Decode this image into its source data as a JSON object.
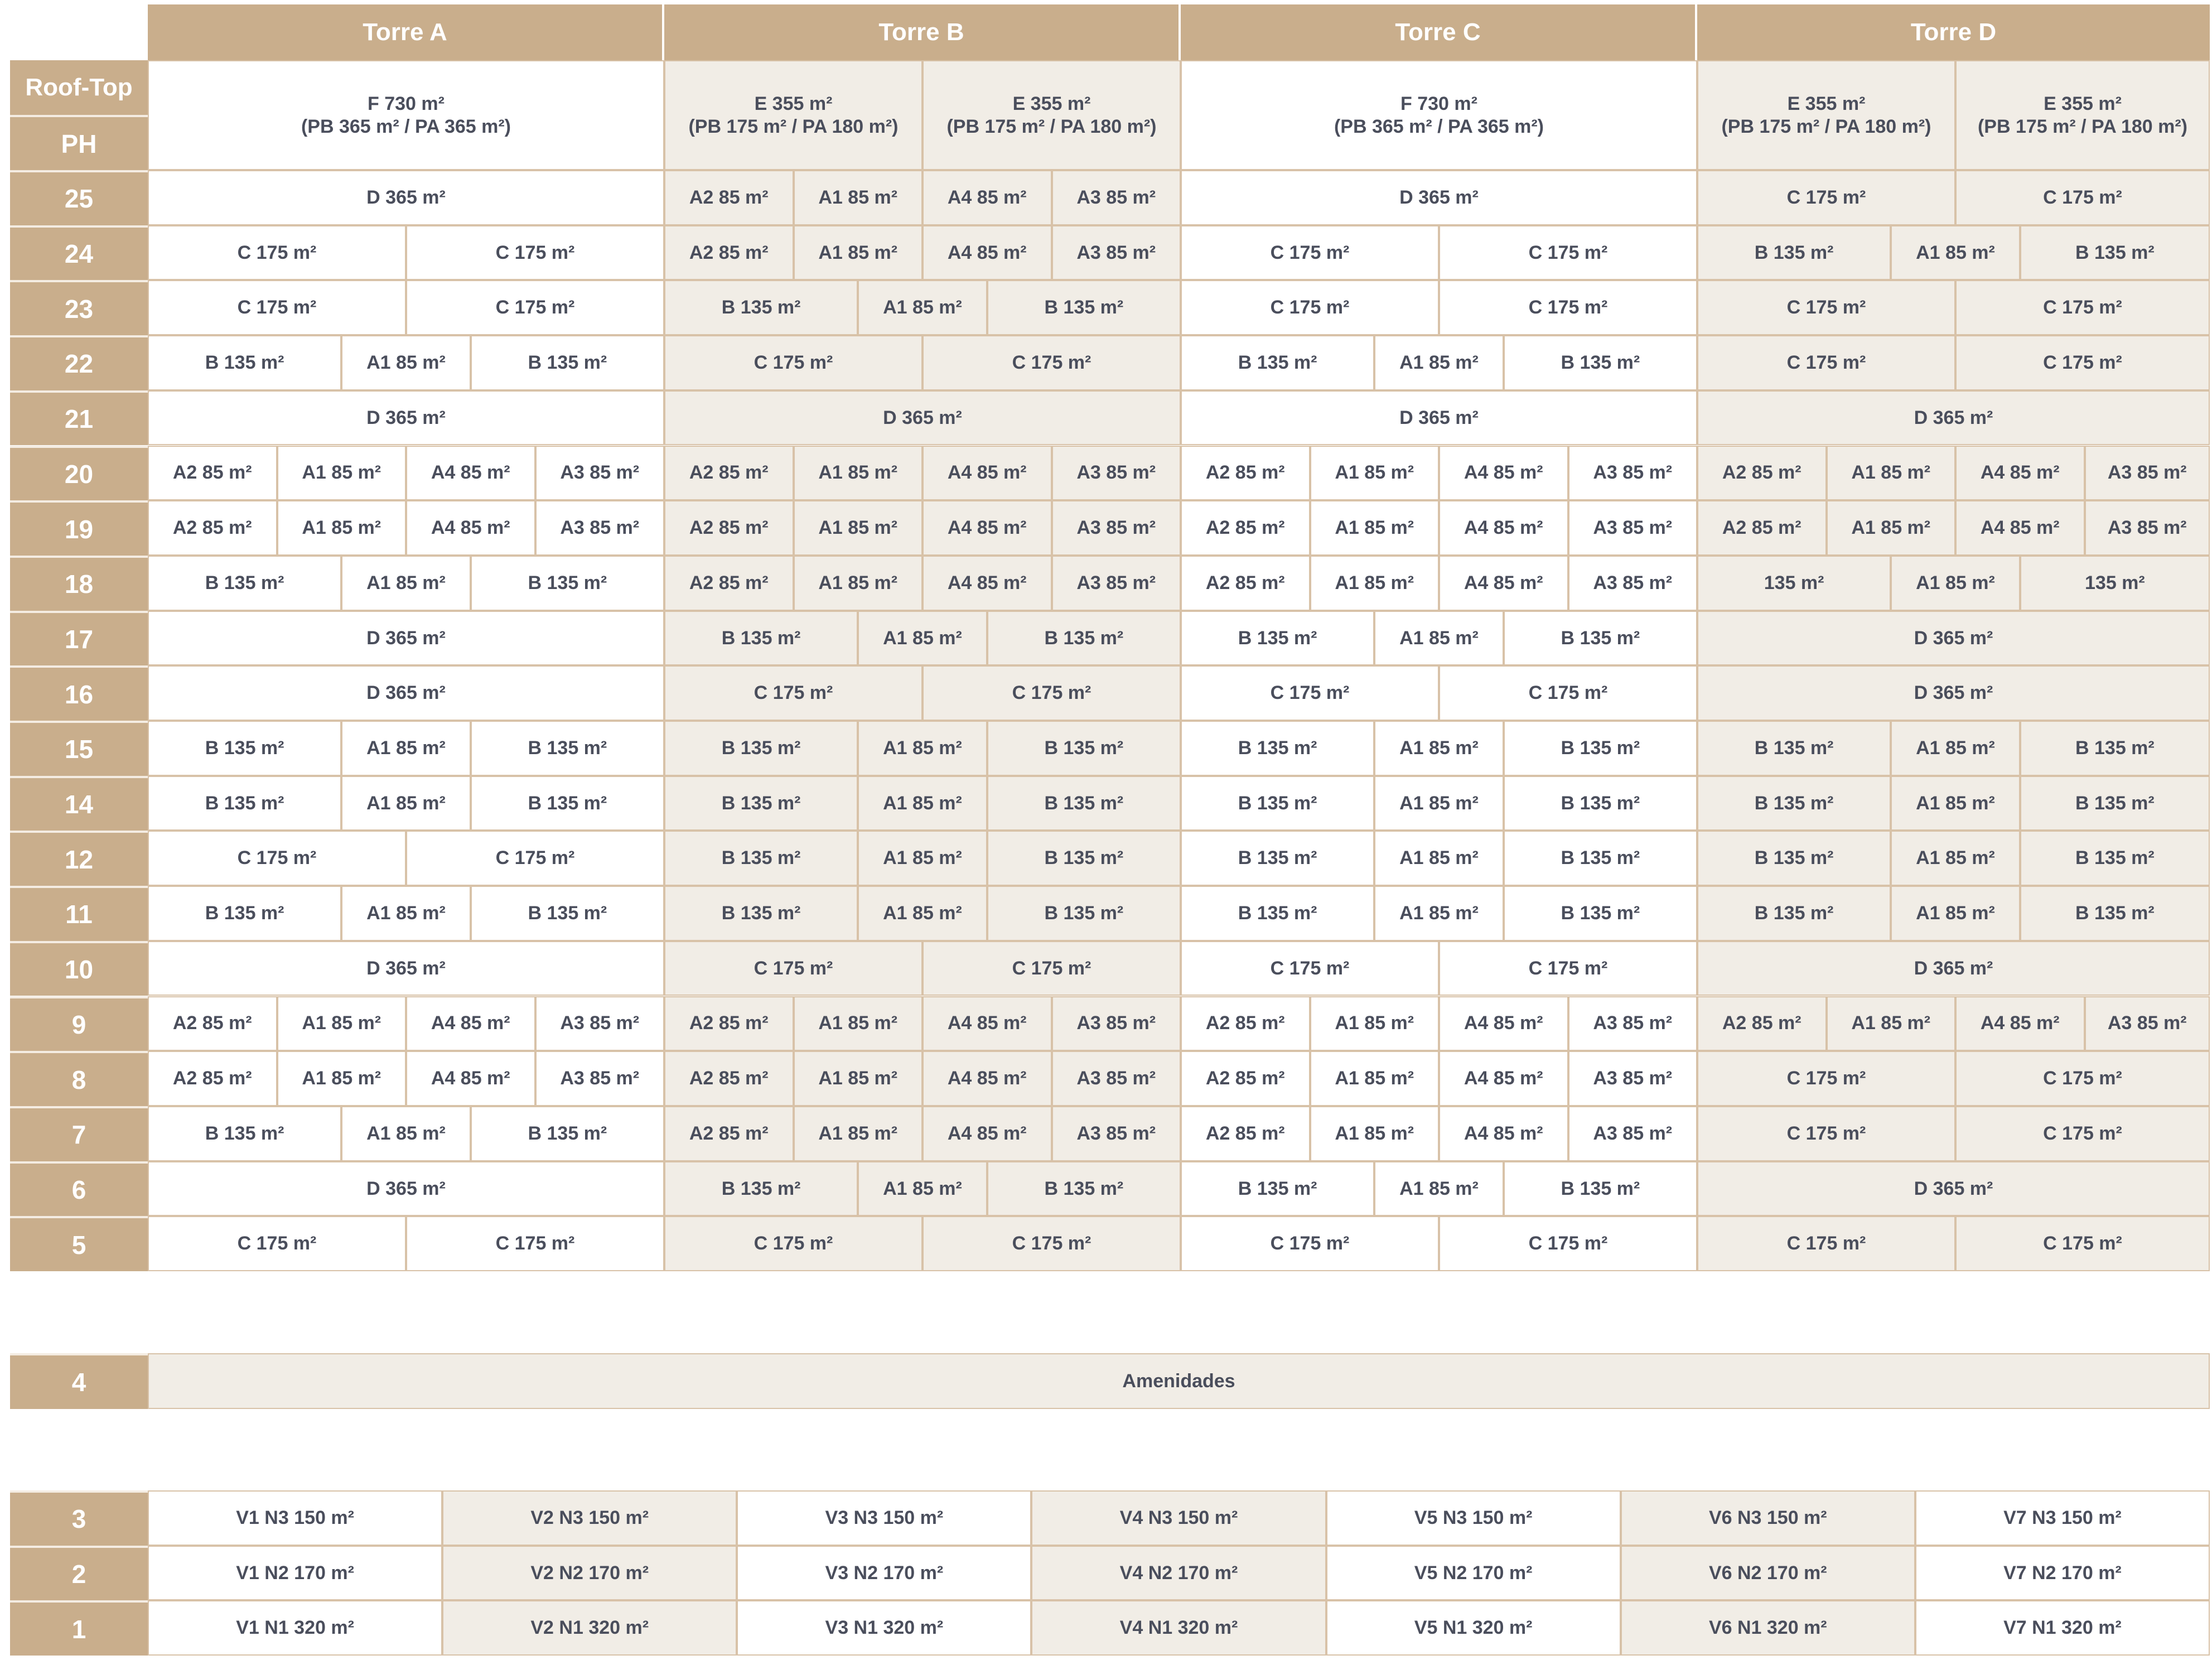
{
  "towers": [
    "Torre A",
    "Torre B",
    "Torre C",
    "Torre D"
  ],
  "top_labels": [
    "Roof-Top",
    "PH"
  ],
  "penthouse": {
    "A": [
      {
        "text": "F 730 m²\n(PB 365 m² / PA 365 m²)",
        "span": 4
      }
    ],
    "B": [
      {
        "text": "E 355 m²\n(PB 175 m² / PA 180 m²)",
        "span": 2
      },
      {
        "text": "E 355 m²\n(PB 175 m² / PA 180 m²)",
        "span": 2
      }
    ],
    "C": [
      {
        "text": "F 730 m²\n(PB 365 m² / PA 365 m²)",
        "span": 4
      }
    ],
    "D": [
      {
        "text": "E 355 m²\n(PB 175 m² / PA 180 m²)",
        "span": 2
      },
      {
        "text": "E 355 m²\n(PB 175 m² / PA 180 m²)",
        "span": 2
      }
    ]
  },
  "floors": [
    {
      "floor": "25",
      "A": [
        [
          "D 365 m²",
          4
        ]
      ],
      "B": [
        [
          "A2 85 m²",
          1
        ],
        [
          "A1 85 m²",
          1
        ],
        [
          "A4 85 m²",
          1
        ],
        [
          "A3 85 m²",
          1
        ]
      ],
      "C": [
        [
          "D 365 m²",
          4
        ]
      ],
      "D": [
        [
          "C 175 m²",
          2
        ],
        [
          "C 175 m²",
          2
        ]
      ]
    },
    {
      "floor": "24",
      "A": [
        [
          "C 175 m²",
          2
        ],
        [
          "C 175 m²",
          2
        ]
      ],
      "B": [
        [
          "A2 85 m²",
          1
        ],
        [
          "A1 85 m²",
          1
        ],
        [
          "A4 85 m²",
          1
        ],
        [
          "A3 85 m²",
          1
        ]
      ],
      "C": [
        [
          "C 175 m²",
          2
        ],
        [
          "C 175 m²",
          2
        ]
      ],
      "D": [
        [
          "B 135 m²",
          1.5
        ],
        [
          "A1 85 m²",
          1
        ],
        [
          "B 135 m²",
          1.5
        ]
      ]
    },
    {
      "floor": "23",
      "A": [
        [
          "C 175 m²",
          2
        ],
        [
          "C 175 m²",
          2
        ]
      ],
      "B": [
        [
          "B 135 m²",
          1.5
        ],
        [
          "A1 85 m²",
          1
        ],
        [
          "B 135 m²",
          1.5
        ]
      ],
      "C": [
        [
          "C 175 m²",
          2
        ],
        [
          "C 175 m²",
          2
        ]
      ],
      "D": [
        [
          "C 175 m²",
          2
        ],
        [
          "C 175 m²",
          2
        ]
      ]
    },
    {
      "floor": "22",
      "A": [
        [
          "B 135 m²",
          1.5
        ],
        [
          "A1 85 m²",
          1
        ],
        [
          "B 135 m²",
          1.5
        ]
      ],
      "B": [
        [
          "C 175 m²",
          2
        ],
        [
          "C 175 m²",
          2
        ]
      ],
      "C": [
        [
          "B 135 m²",
          1.5
        ],
        [
          "A1 85 m²",
          1
        ],
        [
          "B 135 m²",
          1.5
        ]
      ],
      "D": [
        [
          "C 175 m²",
          2
        ],
        [
          "C 175 m²",
          2
        ]
      ]
    },
    {
      "floor": "21",
      "A": [
        [
          "D 365 m²",
          4
        ]
      ],
      "B": [
        [
          "D 365 m²",
          4
        ]
      ],
      "C": [
        [
          "D 365 m²",
          4
        ]
      ],
      "D": [
        [
          "D 365 m²",
          4
        ]
      ]
    },
    {
      "floor": "20",
      "A": [
        [
          "A2 85 m²",
          1
        ],
        [
          "A1 85 m²",
          1
        ],
        [
          "A4 85 m²",
          1
        ],
        [
          "A3 85 m²",
          1
        ]
      ],
      "B": [
        [
          "A2 85 m²",
          1
        ],
        [
          "A1 85 m²",
          1
        ],
        [
          "A4 85 m²",
          1
        ],
        [
          "A3 85 m²",
          1
        ]
      ],
      "C": [
        [
          "A2 85 m²",
          1
        ],
        [
          "A1 85 m²",
          1
        ],
        [
          "A4 85 m²",
          1
        ],
        [
          "A3 85 m²",
          1
        ]
      ],
      "D": [
        [
          "A2 85 m²",
          1
        ],
        [
          "A1 85 m²",
          1
        ],
        [
          "A4 85 m²",
          1
        ],
        [
          "A3 85 m²",
          1
        ]
      ]
    },
    {
      "floor": "19",
      "A": [
        [
          "A2 85 m²",
          1
        ],
        [
          "A1 85 m²",
          1
        ],
        [
          "A4 85 m²",
          1
        ],
        [
          "A3 85 m²",
          1
        ]
      ],
      "B": [
        [
          "A2 85 m²",
          1
        ],
        [
          "A1 85 m²",
          1
        ],
        [
          "A4 85 m²",
          1
        ],
        [
          "A3 85 m²",
          1
        ]
      ],
      "C": [
        [
          "A2 85 m²",
          1
        ],
        [
          "A1 85 m²",
          1
        ],
        [
          "A4 85 m²",
          1
        ],
        [
          "A3 85 m²",
          1
        ]
      ],
      "D": [
        [
          "A2 85 m²",
          1
        ],
        [
          "A1 85 m²",
          1
        ],
        [
          "A4 85 m²",
          1
        ],
        [
          "A3 85 m²",
          1
        ]
      ]
    },
    {
      "floor": "18",
      "A": [
        [
          "B 135 m²",
          1.5
        ],
        [
          "A1 85 m²",
          1
        ],
        [
          "B 135 m²",
          1.5
        ]
      ],
      "B": [
        [
          "A2 85 m²",
          1
        ],
        [
          "A1 85 m²",
          1
        ],
        [
          "A4 85 m²",
          1
        ],
        [
          "A3 85 m²",
          1
        ]
      ],
      "C": [
        [
          "A2 85 m²",
          1
        ],
        [
          "A1 85 m²",
          1
        ],
        [
          "A4 85 m²",
          1
        ],
        [
          "A3 85 m²",
          1
        ]
      ],
      "D": [
        [
          "135 m²",
          1.5
        ],
        [
          "A1 85 m²",
          1
        ],
        [
          "135 m²",
          1.5
        ]
      ]
    },
    {
      "floor": "17",
      "A": [
        [
          "D 365 m²",
          4
        ]
      ],
      "B": [
        [
          "B 135 m²",
          1.5
        ],
        [
          "A1 85 m²",
          1
        ],
        [
          "B 135 m²",
          1.5
        ]
      ],
      "C": [
        [
          "B 135 m²",
          1.5
        ],
        [
          "A1 85 m²",
          1
        ],
        [
          "B 135 m²",
          1.5
        ]
      ],
      "D": [
        [
          "D 365 m²",
          4
        ]
      ]
    },
    {
      "floor": "16",
      "A": [
        [
          "D 365 m²",
          4
        ]
      ],
      "B": [
        [
          "C 175 m²",
          2
        ],
        [
          "C 175 m²",
          2
        ]
      ],
      "C": [
        [
          "C 175 m²",
          2
        ],
        [
          "C 175 m²",
          2
        ]
      ],
      "D": [
        [
          "D 365 m²",
          4
        ]
      ]
    },
    {
      "floor": "15",
      "A": [
        [
          "B 135 m²",
          1.5
        ],
        [
          "A1 85 m²",
          1
        ],
        [
          "B 135 m²",
          1.5
        ]
      ],
      "B": [
        [
          "B 135 m²",
          1.5
        ],
        [
          "A1 85 m²",
          1
        ],
        [
          "B 135 m²",
          1.5
        ]
      ],
      "C": [
        [
          "B 135 m²",
          1.5
        ],
        [
          "A1 85 m²",
          1
        ],
        [
          "B 135 m²",
          1.5
        ]
      ],
      "D": [
        [
          "B 135 m²",
          1.5
        ],
        [
          "A1 85 m²",
          1
        ],
        [
          "B 135 m²",
          1.5
        ]
      ]
    },
    {
      "floor": "14",
      "A": [
        [
          "B 135 m²",
          1.5
        ],
        [
          "A1 85 m²",
          1
        ],
        [
          "B 135 m²",
          1.5
        ]
      ],
      "B": [
        [
          "B 135 m²",
          1.5
        ],
        [
          "A1 85 m²",
          1
        ],
        [
          "B 135 m²",
          1.5
        ]
      ],
      "C": [
        [
          "B 135 m²",
          1.5
        ],
        [
          "A1 85 m²",
          1
        ],
        [
          "B 135 m²",
          1.5
        ]
      ],
      "D": [
        [
          "B 135 m²",
          1.5
        ],
        [
          "A1 85 m²",
          1
        ],
        [
          "B 135 m²",
          1.5
        ]
      ]
    },
    {
      "floor": "12",
      "A": [
        [
          "C 175 m²",
          2
        ],
        [
          "C 175 m²",
          2
        ]
      ],
      "B": [
        [
          "B 135 m²",
          1.5
        ],
        [
          "A1 85 m²",
          1
        ],
        [
          "B 135 m²",
          1.5
        ]
      ],
      "C": [
        [
          "B 135 m²",
          1.5
        ],
        [
          "A1 85 m²",
          1
        ],
        [
          "B 135 m²",
          1.5
        ]
      ],
      "D": [
        [
          "B 135 m²",
          1.5
        ],
        [
          "A1 85 m²",
          1
        ],
        [
          "B 135 m²",
          1.5
        ]
      ]
    },
    {
      "floor": "11",
      "A": [
        [
          "B 135 m²",
          1.5
        ],
        [
          "A1 85 m²",
          1
        ],
        [
          "B 135 m²",
          1.5
        ]
      ],
      "B": [
        [
          "B 135 m²",
          1.5
        ],
        [
          "A1 85 m²",
          1
        ],
        [
          "B 135 m²",
          1.5
        ]
      ],
      "C": [
        [
          "B 135 m²",
          1.5
        ],
        [
          "A1 85 m²",
          1
        ],
        [
          "B 135 m²",
          1.5
        ]
      ],
      "D": [
        [
          "B 135 m²",
          1.5
        ],
        [
          "A1 85 m²",
          1
        ],
        [
          "B 135 m²",
          1.5
        ]
      ]
    },
    {
      "floor": "10",
      "A": [
        [
          "D 365 m²",
          4
        ]
      ],
      "B": [
        [
          "C 175 m²",
          2
        ],
        [
          "C 175 m²",
          2
        ]
      ],
      "C": [
        [
          "C 175 m²",
          2
        ],
        [
          "C 175 m²",
          2
        ]
      ],
      "D": [
        [
          "D 365 m²",
          4
        ]
      ]
    },
    {
      "floor": "9",
      "A": [
        [
          "A2 85 m²",
          1
        ],
        [
          "A1 85 m²",
          1
        ],
        [
          "A4 85 m²",
          1
        ],
        [
          "A3 85 m²",
          1
        ]
      ],
      "B": [
        [
          "A2 85 m²",
          1
        ],
        [
          "A1 85 m²",
          1
        ],
        [
          "A4 85 m²",
          1
        ],
        [
          "A3 85 m²",
          1
        ]
      ],
      "C": [
        [
          "A2 85 m²",
          1
        ],
        [
          "A1 85 m²",
          1
        ],
        [
          "A4 85 m²",
          1
        ],
        [
          "A3 85 m²",
          1
        ]
      ],
      "D": [
        [
          "A2 85 m²",
          1
        ],
        [
          "A1 85 m²",
          1
        ],
        [
          "A4 85 m²",
          1
        ],
        [
          "A3 85 m²",
          1
        ]
      ]
    },
    {
      "floor": "8",
      "A": [
        [
          "A2 85 m²",
          1
        ],
        [
          "A1 85 m²",
          1
        ],
        [
          "A4 85 m²",
          1
        ],
        [
          "A3 85 m²",
          1
        ]
      ],
      "B": [
        [
          "A2 85 m²",
          1
        ],
        [
          "A1 85 m²",
          1
        ],
        [
          "A4 85 m²",
          1
        ],
        [
          "A3 85 m²",
          1
        ]
      ],
      "C": [
        [
          "A2 85 m²",
          1
        ],
        [
          "A1 85 m²",
          1
        ],
        [
          "A4 85 m²",
          1
        ],
        [
          "A3 85 m²",
          1
        ]
      ],
      "D": [
        [
          "C 175 m²",
          2
        ],
        [
          "C 175 m²",
          2
        ]
      ]
    },
    {
      "floor": "7",
      "A": [
        [
          "B 135 m²",
          1.5
        ],
        [
          "A1 85 m²",
          1
        ],
        [
          "B 135 m²",
          1.5
        ]
      ],
      "B": [
        [
          "A2 85 m²",
          1
        ],
        [
          "A1 85 m²",
          1
        ],
        [
          "A4 85 m²",
          1
        ],
        [
          "A3 85 m²",
          1
        ]
      ],
      "C": [
        [
          "A2 85 m²",
          1
        ],
        [
          "A1 85 m²",
          1
        ],
        [
          "A4 85 m²",
          1
        ],
        [
          "A3 85 m²",
          1
        ]
      ],
      "D": [
        [
          "C 175 m²",
          2
        ],
        [
          "C 175 m²",
          2
        ]
      ]
    },
    {
      "floor": "6",
      "A": [
        [
          "D 365 m²",
          4
        ]
      ],
      "B": [
        [
          "B 135 m²",
          1.5
        ],
        [
          "A1 85 m²",
          1
        ],
        [
          "B 135 m²",
          1.5
        ]
      ],
      "C": [
        [
          "B 135 m²",
          1.5
        ],
        [
          "A1 85 m²",
          1
        ],
        [
          "B 135 m²",
          1.5
        ]
      ],
      "D": [
        [
          "D 365 m²",
          4
        ]
      ]
    },
    {
      "floor": "5",
      "A": [
        [
          "C 175 m²",
          2
        ],
        [
          "C 175 m²",
          2
        ]
      ],
      "B": [
        [
          "C 175 m²",
          2
        ],
        [
          "C 175 m²",
          2
        ]
      ],
      "C": [
        [
          "C 175 m²",
          2
        ],
        [
          "C 175 m²",
          2
        ]
      ],
      "D": [
        [
          "C 175 m²",
          2
        ],
        [
          "C 175 m²",
          2
        ]
      ]
    }
  ],
  "amenities": {
    "floor": "4",
    "label": "Amenidades"
  },
  "villas": [
    {
      "floor": "3",
      "units": [
        "V1 N3 150 m²",
        "V2 N3 150 m²",
        "V3 N3 150 m²",
        "V4 N3 150 m²",
        "V5 N3 150 m²",
        "V6 N3 150 m²",
        "V7 N3 150 m²"
      ]
    },
    {
      "floor": "2",
      "units": [
        "V1 N2 170 m²",
        "V2 N2 170 m²",
        "V3 N2 170 m²",
        "V4 N2 170 m²",
        "V5 N2 170 m²",
        "V6 N2 170 m²",
        "V7 N2 170 m²"
      ]
    },
    {
      "floor": "1",
      "units": [
        "V1 N1 320 m²",
        "V2 N1 320 m²",
        "V3 N1 320 m²",
        "V4 N1 320 m²",
        "V5 N1 320 m²",
        "V6 N1 320 m²",
        "V7 N1 320 m²"
      ]
    }
  ],
  "colors": {
    "header": "#c9ae8c",
    "tint": "#f1ede6",
    "border": "#d8c2a8",
    "text": "#4a4e5c"
  }
}
